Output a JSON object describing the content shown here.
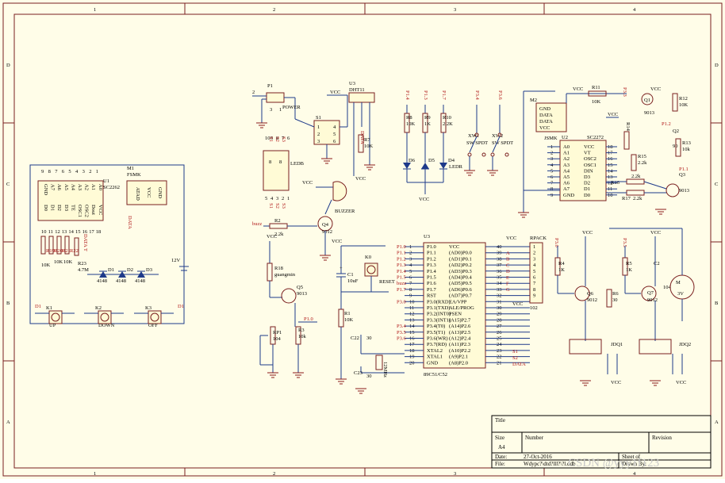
{
  "frame": {
    "columns": [
      "1",
      "2",
      "3",
      "4"
    ],
    "rows": [
      "D",
      "C",
      "B",
      "A"
    ],
    "colors": {
      "background": "#fffde8",
      "border": "#7a1f1f",
      "wire": "#1e3a8a",
      "component": "#7a1f1f",
      "label": "#b01818",
      "fill": "#fffbd6"
    }
  },
  "title_block": {
    "title_label": "Title",
    "size_label": "Size",
    "size_value": "A4",
    "number_label": "Number",
    "revision_label": "Revision",
    "date_label": "Date:",
    "date_value": "27-Oct-2016",
    "sheet_label": "Sheet   of",
    "file_label": "File:",
    "file_value": "Wdypc?\\dtd?lll?\\?l.ddb",
    "drawn_label": "Drawn By:"
  },
  "watermark": "CSDN @yyy1f123",
  "power": {
    "p1_ref": "P1",
    "p1_label": "POWER",
    "s1_ref": "S1",
    "twelve_v": "12V",
    "vcc": "VCC"
  },
  "dht": {
    "ref": "U3",
    "name": "DHT11",
    "pin": "DATA",
    "r7_ref": "R7",
    "r7_val": "10K"
  },
  "ledb": {
    "label": "LEDB",
    "pins": [
      "10",
      "9",
      "8",
      "7",
      "6",
      "5",
      "4",
      "3",
      "2",
      "1"
    ],
    "segs": [
      "S1",
      "S2",
      "S3"
    ]
  },
  "leds": {
    "nets": [
      "P1.4",
      "P1.3",
      "P1.7",
      "P3.4",
      "P3.6"
    ],
    "r8": "R8",
    "r8v": "10K",
    "r9": "R9",
    "r9v": "1K",
    "r10": "R10",
    "r10v": "2.2K",
    "d6": "D6",
    "d5": "D5",
    "d4": "D4",
    "ledr": "LEDR",
    "xw1": "XW1",
    "xw2": "XW2",
    "swspdt": "SW SPDT"
  },
  "remote": {
    "m2": "M2",
    "pins": [
      "GND",
      "DATA",
      "DATA",
      "VCC"
    ],
    "jsmk": "JSMK",
    "u2": "U2",
    "u2name": "SC2272",
    "left_pins": [
      "A0",
      "A1",
      "A2",
      "A3",
      "A4",
      "A5",
      "A6",
      "A7",
      "GND"
    ],
    "left_nums": [
      "1",
      "2",
      "3",
      "4",
      "5",
      "6",
      "7",
      "8",
      "9"
    ],
    "right_pins": [
      "VCC",
      "VT",
      "OSC2",
      "OSC1",
      "DIN",
      "D3",
      "D2",
      "D1",
      "D0"
    ],
    "right_nums": [
      "18",
      "17",
      "16",
      "15",
      "14",
      "13",
      "12",
      "11",
      "10"
    ],
    "r11": "R11",
    "r11v": "10K",
    "p33": "P3.3",
    "q1": "Q1",
    "q1n": "9013",
    "r12": "R12",
    "r12v": "10K",
    "r13": "R13",
    "r13v": "10k",
    "r14": "R14",
    "r15": "R15",
    "r15v": "2.2k",
    "p12": "P1.2",
    "p11": "P1.1",
    "q2": "Q2",
    "q3": "Q3",
    "q3n": "9013",
    "r16": "R16",
    "r16v": "2.2k",
    "r17": "R17",
    "r17v": "2.2k",
    "q9v": "90"
  },
  "encoder": {
    "u1": "U1",
    "u1name": "SC2262",
    "m1": "M1",
    "m1name": "FSMK",
    "top_nums": [
      "9",
      "8",
      "7",
      "6",
      "5",
      "4",
      "3",
      "2",
      "1"
    ],
    "bot_nums": [
      "10",
      "11",
      "12",
      "13",
      "14",
      "15",
      "16",
      "17",
      "18"
    ],
    "left_pins": [
      "GND",
      "A7",
      "A6",
      "A5",
      "A4",
      "A3",
      "A2",
      "A1",
      "A0"
    ],
    "right_pins": [
      "D0",
      "D1",
      "D2",
      "D3",
      "TE",
      "OSC1",
      "OSC2",
      "Dout",
      "VCC"
    ],
    "m1pins": [
      "ATAD",
      "VCC",
      "GND"
    ],
    "data": "DATA",
    "dataT": "DATA T",
    "r19": "R19",
    "r20": "R20",
    "r21": "R21",
    "r22": "R22",
    "r23": "R23",
    "r23v": "4.7M",
    "r10k": "10K",
    "d1": "D1",
    "d2": "D2",
    "d3": "D3",
    "dv": "4148",
    "k1": "K1",
    "k1l": "UP",
    "k2": "K2",
    "k2l": "DOWN",
    "k3": "K3",
    "k3l": "OFF",
    "dl": "D1"
  },
  "buzzer": {
    "r2": "R2",
    "r2v": "2.2k",
    "q4": "Q4",
    "q4n": "9012",
    "label": "BUZZER",
    "net": "buzz"
  },
  "light": {
    "r18": "R18",
    "r18v": "guangmin",
    "q5": "Q5",
    "q5n": "9013",
    "rp1": "RP1",
    "rp1v": "104",
    "r3": "R3",
    "r3v": "10k",
    "net": "P1.0"
  },
  "reset": {
    "k0": "K0",
    "label": "RESET",
    "c1": "C1",
    "c1v": "10uF",
    "r1": "R1",
    "r1v": "10K",
    "c22": "C22",
    "c22v": "30",
    "c23": "C23",
    "c23v": "30",
    "y": "12MHz"
  },
  "mcu": {
    "ref": "U3",
    "name": "89C51/C52",
    "rpack": "RPACK",
    "rpack_n": "102",
    "left_pins": [
      "P1.0",
      "P1.1",
      "P1.2",
      "P1.3",
      "P1.4",
      "P1.5",
      "P1.6",
      "P1.7",
      "RST",
      "P3.0(RXD)",
      "P3.1(TXD)",
      "P3.2(INT0)",
      "P3.3(INT1)",
      "P3.4(T0)",
      "P3.5(T1)",
      "P3.6(WR)",
      "P3.7(RD)",
      "XTAL2",
      "XTAL1",
      "GND"
    ],
    "left_nums": [
      "1",
      "2",
      "3",
      "4",
      "5",
      "6",
      "7",
      "8",
      "9",
      "10",
      "11",
      "12",
      "13",
      "14",
      "15",
      "16",
      "17",
      "18",
      "19",
      "20"
    ],
    "right_pins": [
      "VCC",
      "(AD0)P0.0",
      "(AD1)P0.1",
      "(AD2)P0.2",
      "(AD3)P0.3",
      "(AD4)P0.4",
      "(AD5)P0.5",
      "(AD6)P0.6",
      "(AD7)P0.7",
      "EA/VPP",
      "ALE/PROG",
      "PSEN",
      "(A15)P2.7",
      "(A14)P2.6",
      "(A13)P2.5",
      "(A12)P2.4",
      "(A11)P2.3",
      "(A10)P2.2",
      "(A9)P2.1",
      "(A8)P2.0"
    ],
    "right_nums": [
      "40",
      "39",
      "38",
      "37",
      "36",
      "35",
      "34",
      "33",
      "32",
      "31",
      "30",
      "29",
      "28",
      "27",
      "26",
      "25",
      "24",
      "23",
      "22",
      "21"
    ],
    "nets_left": [
      "P1.0",
      "P1.1",
      "P1.2",
      "P1.3",
      "P1.4",
      "P1.5",
      "buzz",
      "P1.7",
      "",
      "P3.0",
      "",
      "",
      "",
      "P3.4",
      "P3.5",
      "P3.6"
    ],
    "seg_letters": [
      "A",
      "B",
      "C",
      "D",
      "E",
      "F",
      "G"
    ],
    "rp_nums": [
      "1",
      "2",
      "3",
      "4",
      "5",
      "6",
      "7",
      "8",
      "9"
    ],
    "s1": "S1",
    "s2": "S2",
    "data": "DATA"
  },
  "drivers": {
    "p30": "P3.0",
    "p35": "P3.5",
    "r4": "R4",
    "r4v": "1K",
    "r5": "R5",
    "r5v": "1K",
    "q6": "Q6",
    "q6n": "9012",
    "q7": "Q7",
    "q7n": "9012",
    "r6": "R6",
    "r6v": "30",
    "c2": "C2",
    "c2v": "104",
    "m": "M",
    "mv": "3V",
    "jdq1": "JDQ1",
    "jdq2": "JDQ2"
  }
}
